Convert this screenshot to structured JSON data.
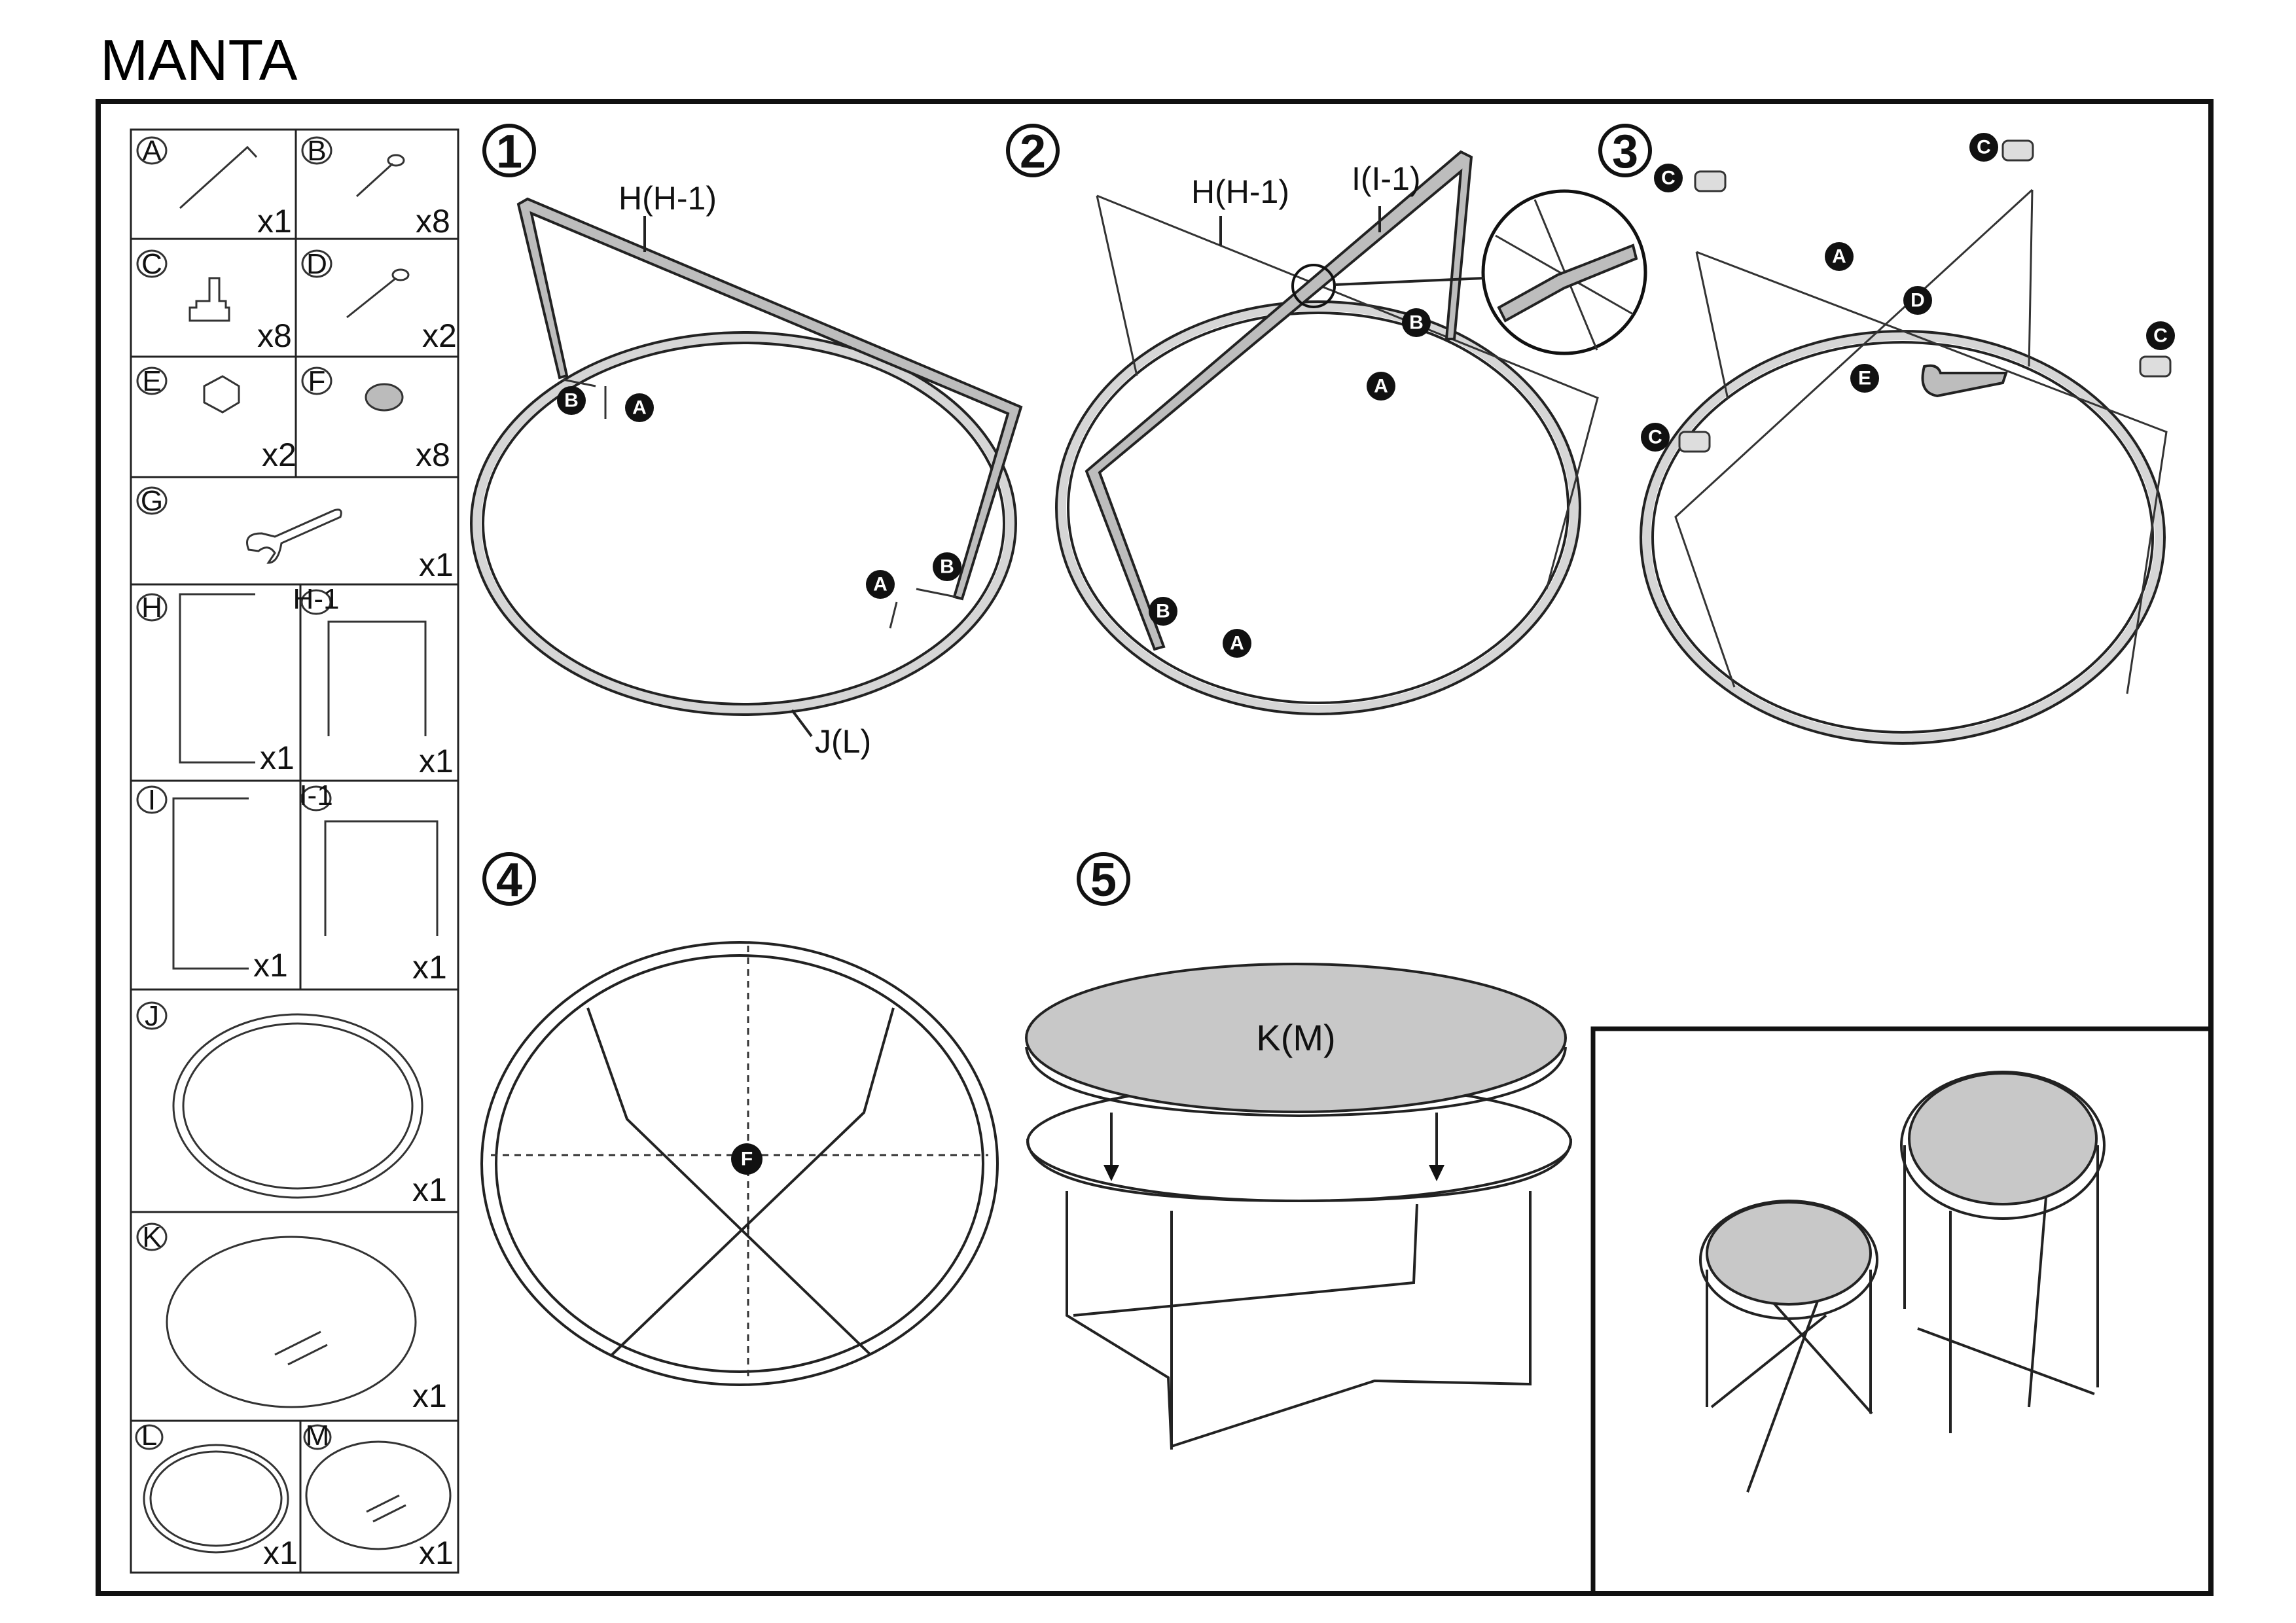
{
  "title": "MANTA",
  "parts": [
    {
      "letter": "A",
      "qty": "x1"
    },
    {
      "letter": "B",
      "qty": "x8"
    },
    {
      "letter": "C",
      "qty": "x8"
    },
    {
      "letter": "D",
      "qty": "x2"
    },
    {
      "letter": "E",
      "qty": "x2"
    },
    {
      "letter": "F",
      "qty": "x8"
    },
    {
      "letter": "G",
      "qty": "x1"
    },
    {
      "letter": "H",
      "qty": "x1"
    },
    {
      "letter": "H-1",
      "qty": "x1"
    },
    {
      "letter": "I",
      "qty": "x1"
    },
    {
      "letter": "I-1",
      "qty": "x1"
    },
    {
      "letter": "J",
      "qty": "x1"
    },
    {
      "letter": "K",
      "qty": "x1"
    },
    {
      "letter": "L",
      "qty": "x1"
    },
    {
      "letter": "M",
      "qty": "x1"
    }
  ],
  "steps": {
    "s1": {
      "num": "1",
      "frame_label": "H(H-1)",
      "ring_label": "J(L)",
      "markers": [
        "B",
        "A",
        "A",
        "B"
      ]
    },
    "s2": {
      "num": "2",
      "frame_label": "H(H-1)",
      "frame2_label": "I(I-1)",
      "markers": [
        "B",
        "A",
        "B",
        "A"
      ]
    },
    "s3": {
      "num": "3",
      "markers": [
        "C",
        "C",
        "C",
        "C",
        "A",
        "D",
        "E"
      ]
    },
    "s4": {
      "num": "4",
      "markers": [
        "F"
      ]
    },
    "s5": {
      "num": "5",
      "top_label": "K(M)"
    }
  }
}
